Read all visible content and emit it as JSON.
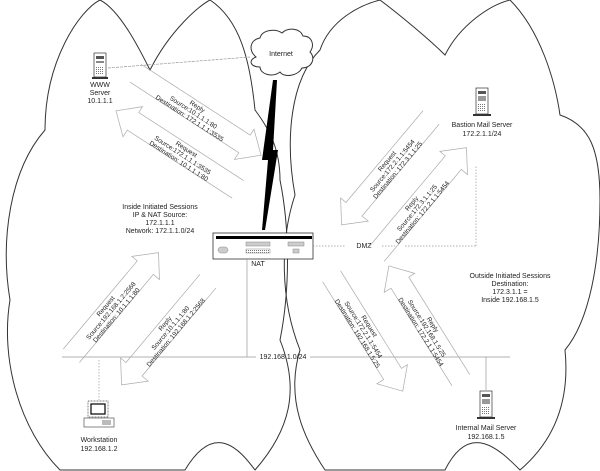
{
  "title": "NAT network diagram: inside and outside initiated sessions",
  "colors": {
    "line": "#333333",
    "light_line": "#9a9a9a",
    "text": "#222222",
    "bolt": "#000000"
  },
  "clouds": {
    "internet": {
      "label": "Internet"
    },
    "inside_network": {
      "name": "inside-cloud"
    },
    "dmz_network": {
      "name": "outside-cloud"
    }
  },
  "devices": {
    "www_server": {
      "label_lines": [
        "WWW",
        "Server",
        "10.1.1.1"
      ],
      "icon": "server-tower-icon"
    },
    "bastion_mail_server": {
      "label_lines": [
        "Bastion Mail Server",
        "172.2.1.1/24"
      ],
      "icon": "server-tower-icon"
    },
    "internal_mail_server": {
      "label_lines": [
        "Internal Mail Server",
        "192.168.1.5"
      ],
      "icon": "server-tower-icon"
    },
    "workstation": {
      "label_lines": [
        "Workstation",
        "192.168.1.2"
      ],
      "icon": "desktop-computer-icon"
    },
    "nat": {
      "label": "NAT",
      "icon": "router-box-icon"
    }
  },
  "links": {
    "dmz_label": "DMZ",
    "lan_label": "192.168.1.0/24"
  },
  "notes": {
    "inside": [
      "Inside Initiated Sessions",
      "IP & NAT Source:",
      "172.1.1.1",
      "Network:  172.1.1.0/24"
    ],
    "outside": [
      "Outside Initiated Sessions",
      "Destination:",
      "172.3.1.1 =",
      "Inside 192.168.1.5"
    ]
  },
  "flows": [
    {
      "id": "www-reply",
      "lines": [
        "Reply",
        "Source:10.1.1.1:80",
        "Destination: 172.1.1.1:3535"
      ]
    },
    {
      "id": "www-request",
      "lines": [
        "Request",
        "Source:172.1.1.1:3535",
        "Destination: 10.1.1.1:80"
      ]
    },
    {
      "id": "ws-request",
      "lines": [
        "Request",
        "Source:192.168.1.2:2568",
        "Destination: 10.1.1.1:80"
      ]
    },
    {
      "id": "ws-reply",
      "lines": [
        "Reply",
        "Source:10.1.1.1:80",
        "Destination: 192.168.1.2:2568"
      ]
    },
    {
      "id": "bastion-request",
      "lines": [
        "Request",
        "Source:172.2.1.1:5454",
        "Destination: 172.3.1.1:25"
      ]
    },
    {
      "id": "bastion-reply",
      "lines": [
        "Reply",
        "Source:172.3.1.1:25",
        "Destination: 172.2.1.1:5454"
      ]
    },
    {
      "id": "internal-request",
      "lines": [
        "Request",
        "Source:172.2.1.1:5454",
        "Destination: 192.168.1.5:25"
      ]
    },
    {
      "id": "internal-reply",
      "lines": [
        "Reply",
        "Source:192.168.1.5:25",
        "Destination: 172.2.1.1:5454"
      ]
    }
  ]
}
